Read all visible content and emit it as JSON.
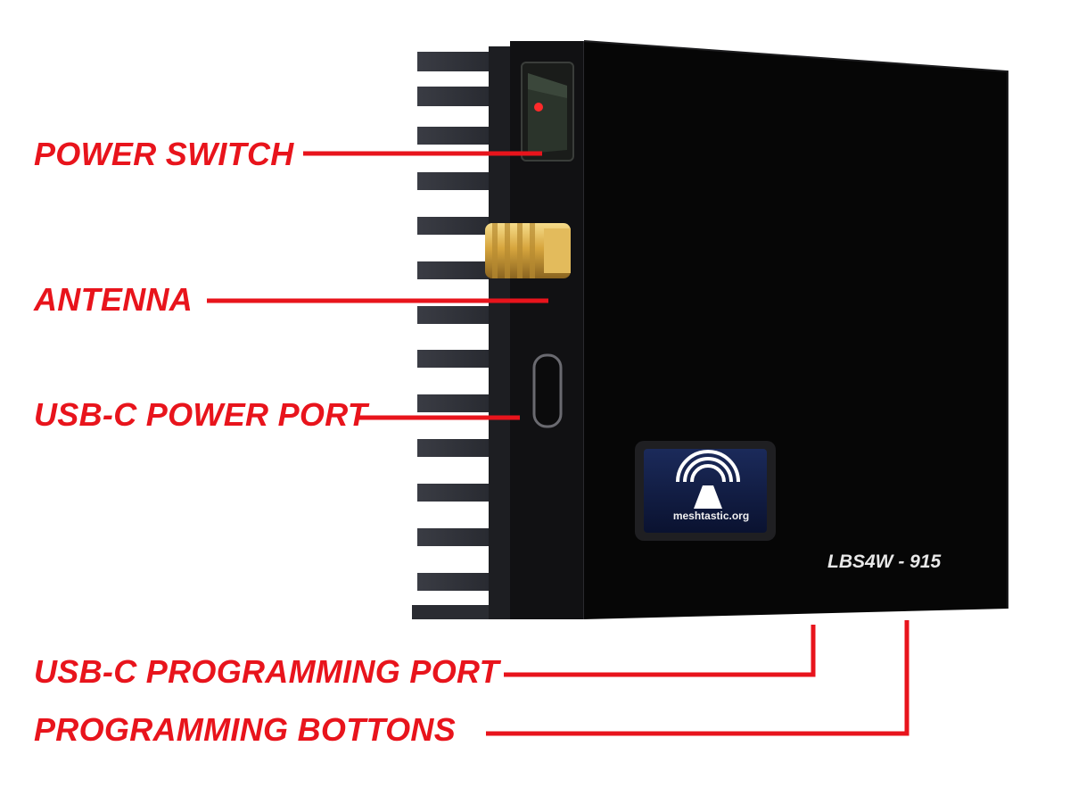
{
  "labels": {
    "power_switch": "POWER SWITCH",
    "antenna": "ANTENNA",
    "usbc_power_port": "USB-C POWER PORT",
    "usbc_programming_port": "USB-C PROGRAMMING PORT",
    "programming_buttons": "PROGRAMMING BOTTONS"
  },
  "device": {
    "model": "LBS4W - 915",
    "logo_text": "meshtastic.org"
  },
  "colors": {
    "callout": "#e8141c",
    "device_body": "#0a0a0a",
    "heatsink": "#2d2f36",
    "connector_gold": "#d4a94a"
  }
}
